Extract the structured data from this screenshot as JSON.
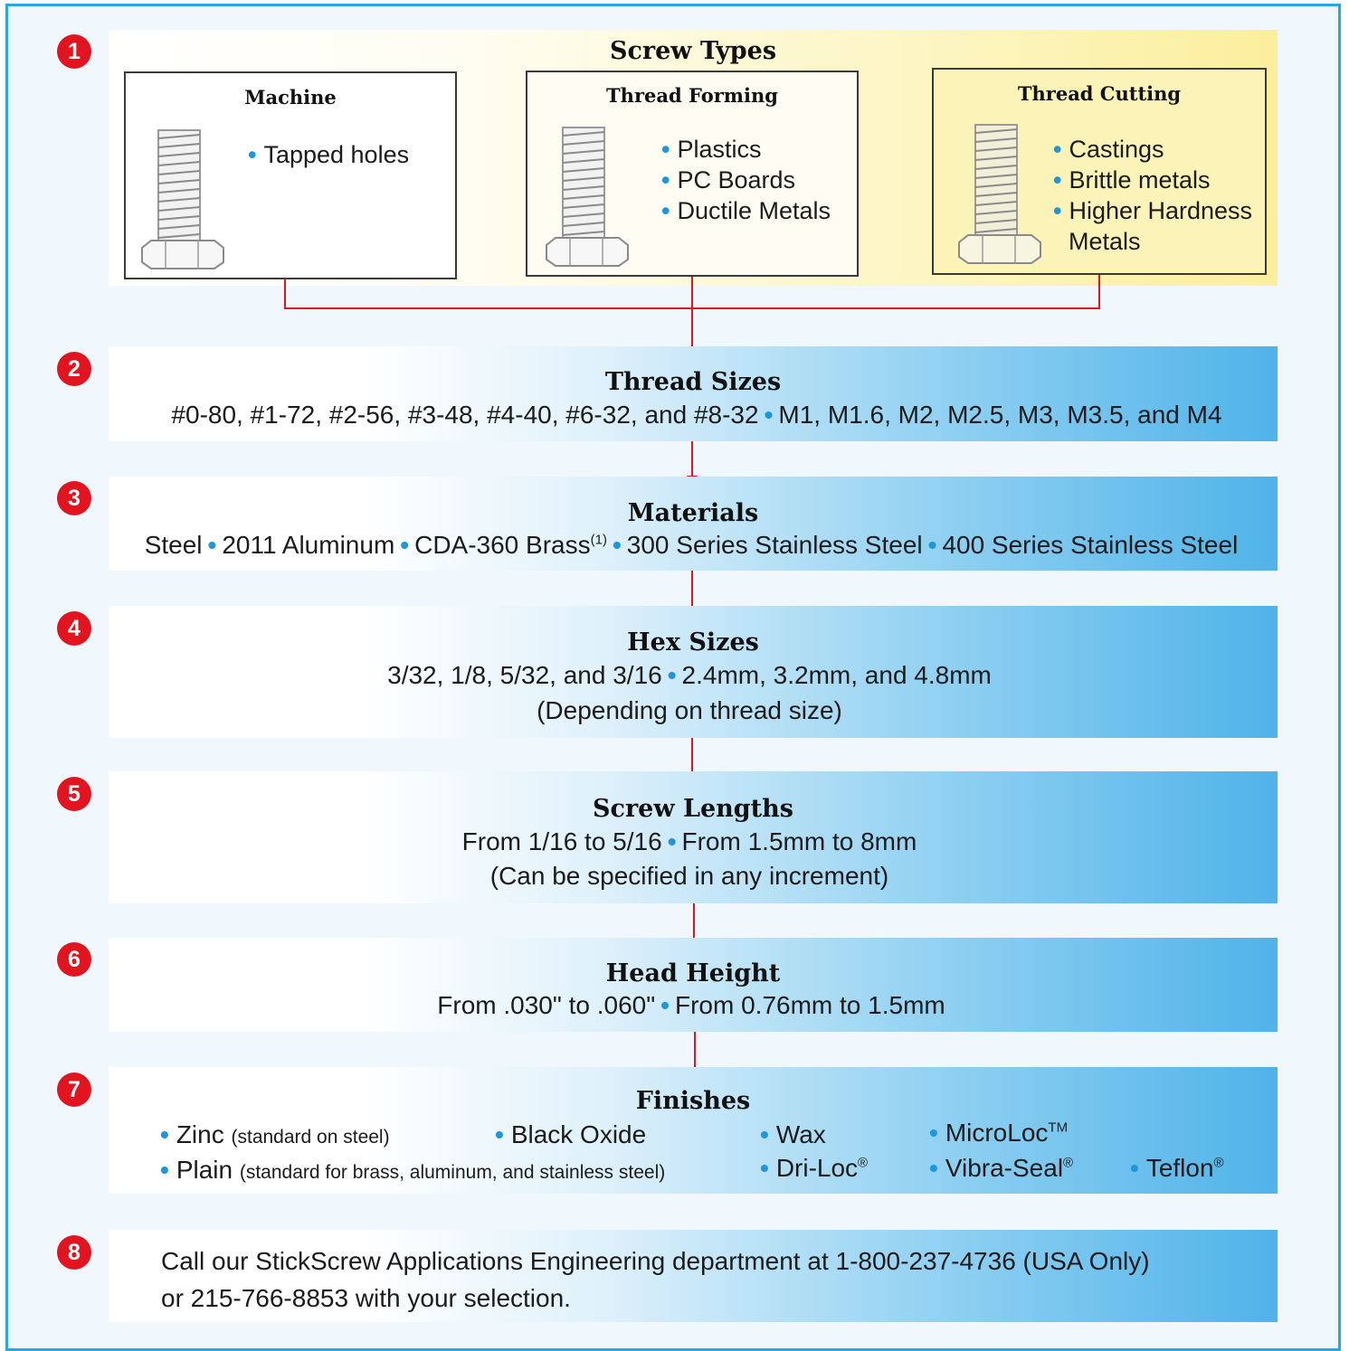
{
  "steps": {
    "s1": "1",
    "s2": "2",
    "s3": "3",
    "s4": "4",
    "s5": "5",
    "s6": "6",
    "s7": "7",
    "s8": "8"
  },
  "screw_types": {
    "title": "Screw Types",
    "machine": {
      "title": "Machine",
      "items": [
        "Tapped holes"
      ]
    },
    "thread_forming": {
      "title": "Thread Forming",
      "items": [
        "Plastics",
        "PC Boards",
        "Ductile Metals"
      ]
    },
    "thread_cutting": {
      "title": "Thread Cutting",
      "items": [
        "Castings",
        "Brittle metals",
        "Higher Hardness",
        "Metals"
      ]
    }
  },
  "thread_sizes": {
    "title": "Thread Sizes",
    "imperial": "#0-80, #1-72, #2-56, #3-48, #4-40, #6-32, and #8-32",
    "metric": "M1, M1.6, M2, M2.5, M3, M3.5, and M4"
  },
  "materials": {
    "title": "Materials",
    "items": [
      "Steel",
      "2011 Aluminum",
      "CDA-360 Brass",
      "300 Series Stainless Steel",
      "400 Series Stainless Steel"
    ],
    "brass_note": "(1)"
  },
  "hex_sizes": {
    "title": "Hex Sizes",
    "imperial": "3/32, 1/8, 5/32, and 3/16",
    "metric": "2.4mm, 3.2mm, and 4.8mm",
    "note": "(Depending on thread size)"
  },
  "screw_lengths": {
    "title": "Screw Lengths",
    "imperial": "From 1/16 to 5/16",
    "metric": "From 1.5mm to 8mm",
    "note": "(Can be specified in any increment)"
  },
  "head_height": {
    "title": "Head Height",
    "imperial": "From .030\" to .060\"",
    "metric": "From 0.76mm to 1.5mm"
  },
  "finishes": {
    "title": "Finishes",
    "zinc": "Zinc",
    "zinc_note": "(standard on steel)",
    "plain": "Plain",
    "plain_note": "(standard for brass, aluminum, and stainless steel)",
    "black_oxide": "Black Oxide",
    "wax": "Wax",
    "dri_loc": "Dri-Loc",
    "microloc": "MicroLoc",
    "vibra_seal": "Vibra-Seal",
    "teflon": "Teflon",
    "tm": "TM",
    "reg": "®"
  },
  "contact": {
    "line1": "Call our StickScrew Applications Engineering department at 1-800-237-4736 (USA Only)",
    "line2": "or 215-766-8853 with your selection."
  },
  "bullet": "•"
}
